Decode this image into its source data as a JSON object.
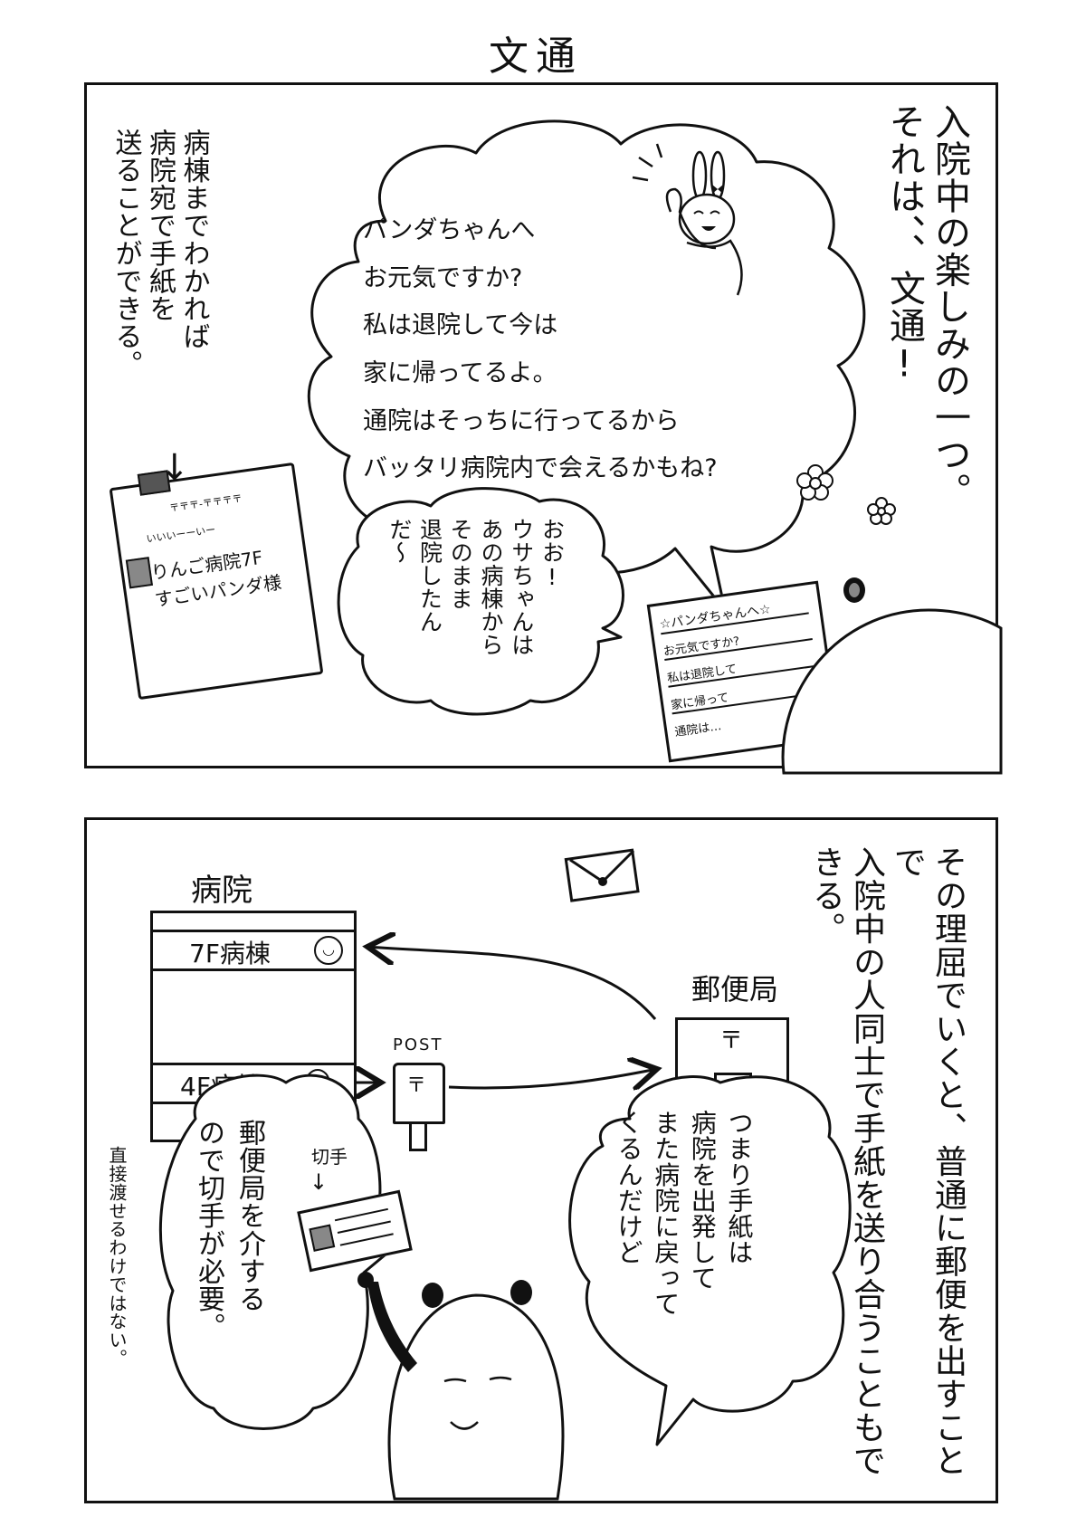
{
  "title": "文通",
  "panel1": {
    "narration": "入院中の楽しみの一つ。\nそれは、、文通!",
    "side_note": "病棟までわかれば\n病院宛で手紙を\n送ることができる。",
    "arrow_label": "↓",
    "letter_lines": "パンダちゃんへ\nお元気ですか?\n私は退院して今は\n家に帰ってるよ。\n通院はそっちに行ってるから\nバッタリ病院内で会えるかもね?",
    "envelope_lines": [
      "〒〒〒-〒〒〒〒",
      "いいいーーいー",
      "りんご病院7F",
      "すごいパンダ様"
    ],
    "panda_bubble": "おお!\nウサちゃんは\nあの病棟から\nそのまま\n退院したん\nだ〜",
    "held_letter_lines": [
      "☆パンダちゃんへ☆",
      "お元気ですか?",
      "私は退院して",
      "家に帰って",
      "通院は…"
    ]
  },
  "panel2": {
    "narration": "その理屈でいくと、普通に郵便を出すことで\n入院中の人同士で手紙を送り合うこともできる。",
    "hospital_label": "病院",
    "ward_7f": "7F病棟",
    "ward_4f": "4F病棟",
    "post_label": "POST",
    "post_mark": "〒",
    "post_office_label": "郵便局",
    "post_office_mark": "〒",
    "bubble_right": "つまり手紙は\n病院を出発して\nまた病院に戻って\nくるんだけど",
    "bubble_left": "郵便局を介する\nので切手が必要。",
    "side_note": "直接渡せるわけではない。",
    "stamp_label": "切手"
  }
}
